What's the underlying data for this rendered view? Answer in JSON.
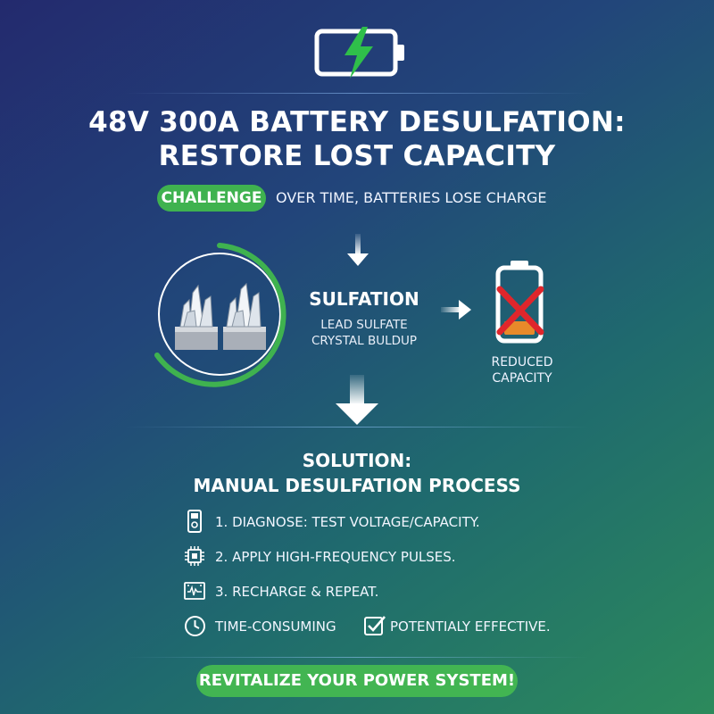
{
  "title": {
    "line1": "48V 300A BATTERY DESULFATION:",
    "line2": "RESTORE LOST CAPACITY"
  },
  "challenge": {
    "badge": "CHALLENGE",
    "text": "OVER TIME, BATTERIES LOSE CHARGE"
  },
  "sulfation": {
    "title": "SULFATION",
    "desc_line1": "LEAD SULFATE",
    "desc_line2": "CRYSTAL BULDUP"
  },
  "reduced": {
    "line1": "REDUCED",
    "line2": "CAPACITY"
  },
  "solution": {
    "title": "SOLUTION:",
    "subtitle": "MANUAL DESULFATION PROCESS",
    "steps": [
      {
        "icon": "tester-icon",
        "text": "1. DIAGNOSE: TEST VOLTAGE/CAPACITY."
      },
      {
        "icon": "chip-icon",
        "text": "2. APPLY HIGH-FREQUENCY PULSES."
      },
      {
        "icon": "charger-icon",
        "text": "3. RECHARGE & REPEAT."
      }
    ],
    "notes": [
      {
        "icon": "clock-icon",
        "text": "TIME-CONSUMING"
      },
      {
        "icon": "checkbox-icon",
        "text": "POTENTIALY EFFECTIVE."
      }
    ]
  },
  "cta": "REVITALIZE YOUR POWER SYSTEM!",
  "colors": {
    "accent_green": "#3fb24f",
    "bolt_green": "#2fbf4a",
    "warning_red": "#e0262c",
    "low_charge_orange": "#e88a2a"
  }
}
